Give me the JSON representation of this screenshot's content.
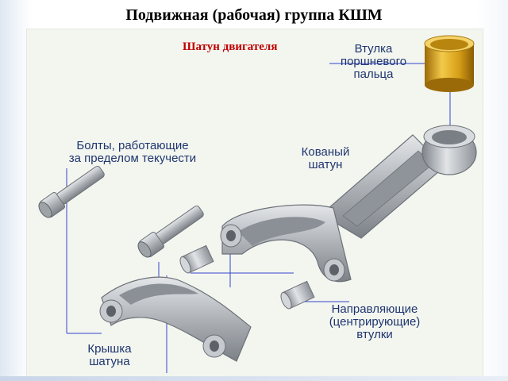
{
  "title": "Подвижная (рабочая) группа КШМ",
  "caption": "Шатун двигателя",
  "labels": {
    "bushing": "Втулка\nпоршневого\nпальца",
    "bolts": "Болты, работающие\nза пределом текучести",
    "rod": "Кованый\nшатун",
    "sleeves": "Направляющие\n(центрирующие)\nвтулки",
    "cap": "Крышка\nшатуна"
  },
  "colors": {
    "label_text": "#1f3570",
    "caption_text": "#c00000",
    "leader_lines": "#3344cc",
    "bushing_metal": "#d7a21c",
    "steel": "#a9adb3"
  },
  "icons": [
    "piston-pin-bushing-icon",
    "connecting-rod-icon",
    "rod-bolt-icon",
    "guide-sleeve-icon",
    "rod-cap-icon"
  ]
}
